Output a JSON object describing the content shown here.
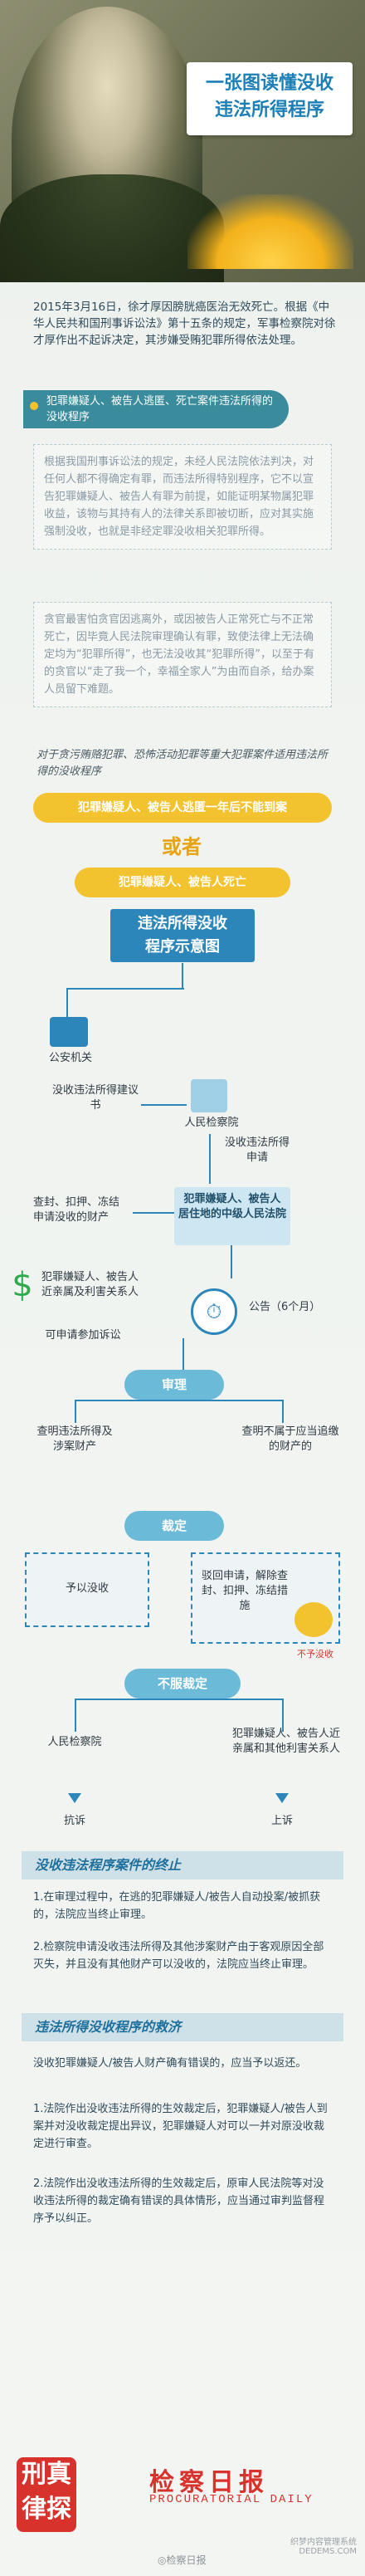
{
  "header": {
    "title_lines": [
      "一张图读懂没收",
      "违法所得程序"
    ]
  },
  "intro": {
    "text": "2015年3月16日，徐才厚因膀胱癌医治无效死亡。根据《中华人民共和国刑事诉讼法》第十五条的规定，军事检察院对徐才厚作出不起诉决定，其涉嫌受贿犯罪所得依法处理。"
  },
  "ribbon": {
    "text": "犯罪嫌疑人、被告人逃匿、死亡案件违法所得的没收程序"
  },
  "cards": [
    {
      "text": "根据我国刑事诉讼法的规定，未经人民法院依法判决，对任何人都不得确定有罪，而违法所得特别程序，它不以宣告犯罪嫌疑人、被告人有罪为前提，如能证明某物属犯罪收益，该物与其持有人的法律关系即被切断，应对其实施强制没收，也就是非经定罪没收相关犯罪所得。"
    },
    {
      "text": "贪官最害怕贪官因逃离外，或因被告人正常死亡与不正常死亡，因毕竟人民法院审理确认有罪，致使法律上无法确定均为“犯罪所得”，也无法没收其“犯罪所得”，以至于有的贪官以“走了我一个，幸福全家人”为由而自杀，给办案人员留下难题。"
    }
  ],
  "handwriting": {
    "text": "对于贪污贿赂犯罪、恐怖活动犯罪等重大犯罪案件适用违法所得的没收程序"
  },
  "conditions": {
    "first": "犯罪嫌疑人、被告人逃匿一年后不能到案",
    "or": "或者",
    "second": "犯罪嫌疑人、被告人死亡"
  },
  "diagram": {
    "title_lines": [
      "违法所得没收",
      "程序示意图"
    ],
    "nodes": {
      "police": "公安机关",
      "recommend": "没收违法所得建议书",
      "procuratorate": "人民检察院",
      "apply": "没收违法所得申请",
      "seized": "查封、扣押、冻结申请没收的财产",
      "notice_lines": [
        "犯罪嫌疑人、被告人",
        "居住地的中级人民法院"
      ],
      "relatives": "犯罪嫌疑人、被告人近亲属及利害关系人",
      "join": "可申请参加诉讼",
      "announce": "公告（6个月）",
      "trial": "审理",
      "confirm_true": "查明违法所得及涉案财产",
      "confirm_false": "查明不属于应当追缴的财产的",
      "ruling": "裁定",
      "confiscate": "予以没收",
      "reject": "驳回申请，解除查封、扣押、冻结措施",
      "no_confiscate": "不予没收",
      "not_accepted": "不服裁定",
      "appeal_procuratorate": "人民检察院",
      "appeal_parties": "犯罪嫌疑人、被告人近亲属和其他利害关系人",
      "protest": "抗诉",
      "appeal": "上诉"
    }
  },
  "termination": {
    "heading": "没收违法程序案件的终止",
    "items": [
      "1.在审理过程中，在逃的犯罪嫌疑人/被告人自动投案/被抓获的，法院应当终止审理。",
      "2.检察院申请没收违法所得及其他涉案财产由于客观原因全部灭失，并且没有其他财产可以没收的，法院应当终止审理。"
    ]
  },
  "relief": {
    "heading": "违法所得没收程序的救济",
    "intro": "没收犯罪嫌疑人/被告人财产确有错误的，应当予以返还。",
    "items": [
      "1.法院作出没收违法所得的生效裁定后，犯罪嫌疑人/被告人到案并对没收裁定提出异议，犯罪嫌疑人对可以一并对原没收裁定进行审查。",
      "2.法院作出没收违法所得的生效裁定后，原审人民法院等对没收违法所得的裁定确有错误的具体情形，应当通过审判监督程序予以纠正。"
    ]
  },
  "footer": {
    "badge_lines": [
      "刑真",
      "律探"
    ],
    "brand_cn": "检察日报",
    "brand_en": "PROCURATORIAL DAILY",
    "mark": "◎检察日报",
    "corner_lines": [
      "织梦内容管理系统",
      "DEDEMS.COM"
    ]
  },
  "colors": {
    "accent": "#2c86b9",
    "gold": "#f3c22f",
    "brand": "#d7322c"
  }
}
